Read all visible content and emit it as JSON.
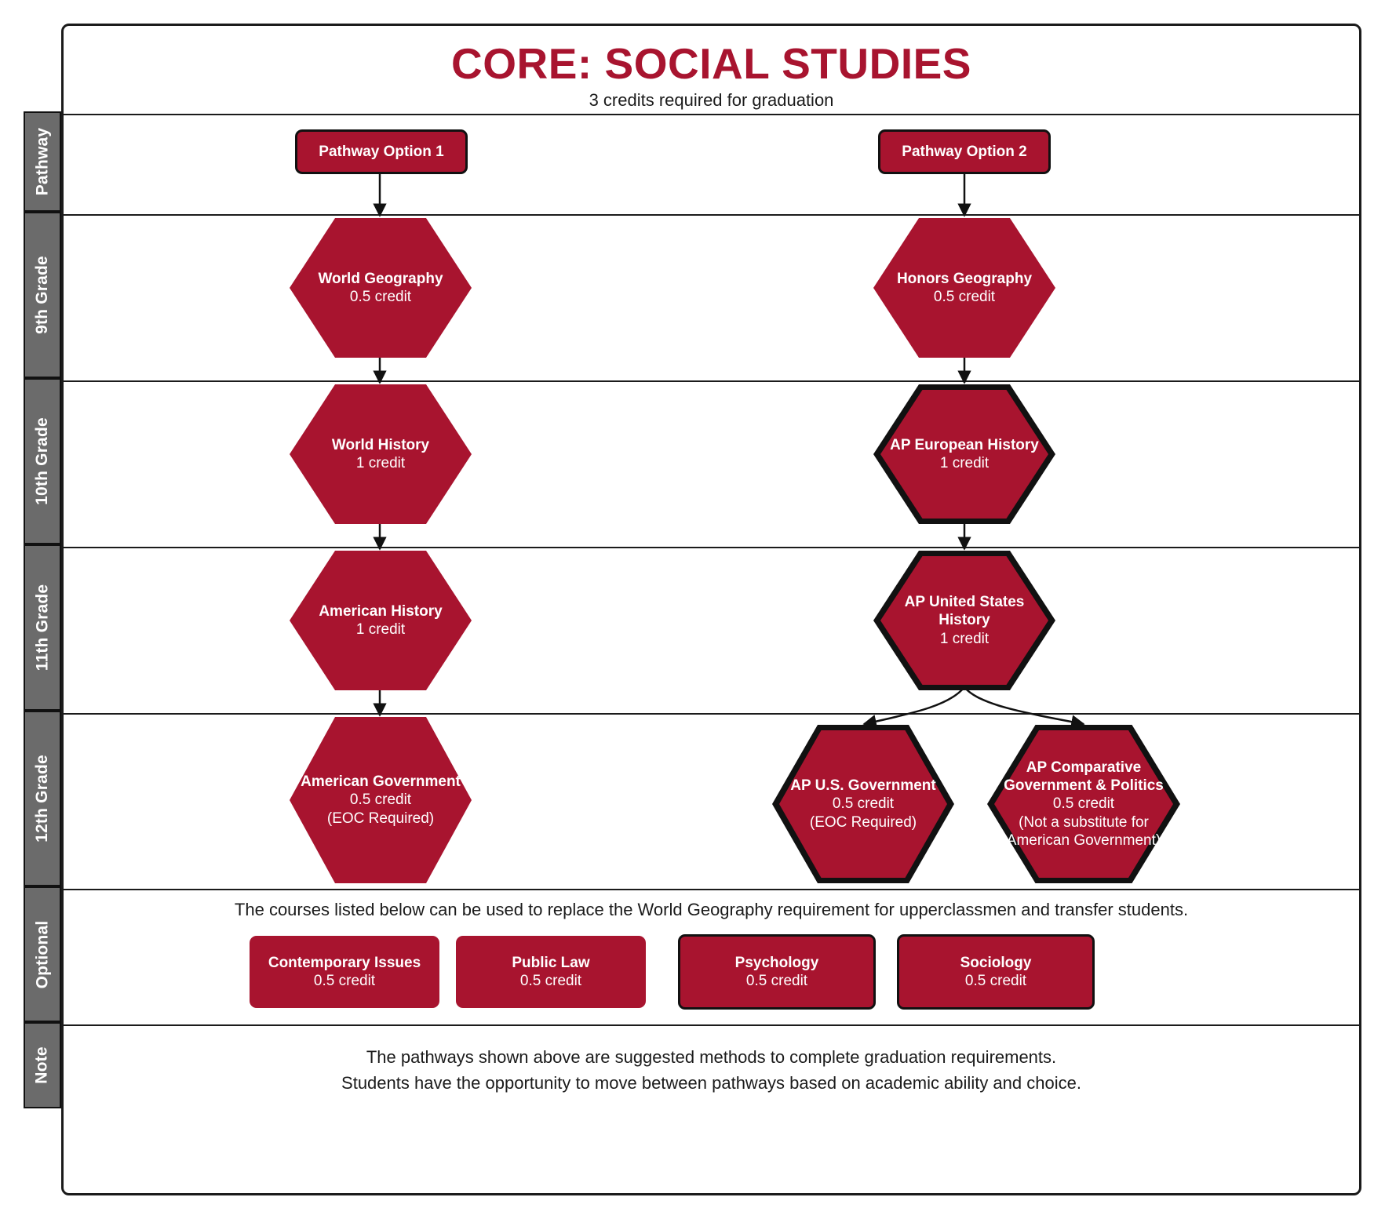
{
  "header": {
    "title": "CORE: SOCIAL STUDIES",
    "subtitle": "3 credits required for graduation"
  },
  "colors": {
    "brand_red": "#a8142f",
    "gutter_gray": "#6b6b6b",
    "outline_black": "#111111",
    "text_white": "#ffffff"
  },
  "row_labels": [
    {
      "key": "pathway",
      "label": "Pathway"
    },
    {
      "key": "grade9",
      "label": "9th Grade"
    },
    {
      "key": "grade10",
      "label": "10th Grade"
    },
    {
      "key": "grade11",
      "label": "11th Grade"
    },
    {
      "key": "grade12",
      "label": "12th Grade"
    },
    {
      "key": "optional",
      "label": "Optional"
    },
    {
      "key": "note",
      "label": "Note"
    }
  ],
  "pathways": [
    {
      "label": "Pathway Option 1"
    },
    {
      "label": "Pathway Option 2"
    }
  ],
  "courses": {
    "world_geography": {
      "name": "World Geography",
      "credit": "0.5 credit",
      "note": ""
    },
    "honors_geography": {
      "name": "Honors Geography",
      "credit": "0.5 credit",
      "note": ""
    },
    "world_history": {
      "name": "World History",
      "credit": "1 credit",
      "note": ""
    },
    "ap_european_history": {
      "name": "AP European History",
      "credit": "1 credit",
      "note": ""
    },
    "american_history": {
      "name": "American History",
      "credit": "1 credit",
      "note": ""
    },
    "ap_us_history": {
      "name": "AP United States History",
      "credit": "1 credit",
      "note": ""
    },
    "american_government": {
      "name": "American Government",
      "credit": "0.5 credit",
      "note": "(EOC Required)"
    },
    "ap_us_government": {
      "name": "AP U.S. Government",
      "credit": "0.5 credit",
      "note": "(EOC Required)"
    },
    "ap_comparative_government": {
      "name_line1": "AP Comparative",
      "name_line2": "Government & Politics",
      "credit": "0.5 credit",
      "note_line1": "(Not a substitute for",
      "note_line2": "American Government)"
    }
  },
  "optional": {
    "intro": "The courses listed below can be used to replace the World Geography requirement for upperclassmen and transfer students.",
    "items": [
      {
        "name": "Contemporary Issues",
        "credit": "0.5 credit",
        "ap": false
      },
      {
        "name": "Public Law",
        "credit": "0.5 credit",
        "ap": false
      },
      {
        "name": "Psychology",
        "credit": "0.5 credit",
        "ap": true
      },
      {
        "name": "Sociology",
        "credit": "0.5 credit",
        "ap": true
      }
    ]
  },
  "note": {
    "line1": "The pathways shown above are suggested methods to complete graduation requirements.",
    "line2": "Students have the opportunity to move between pathways based on academic ability and choice."
  }
}
